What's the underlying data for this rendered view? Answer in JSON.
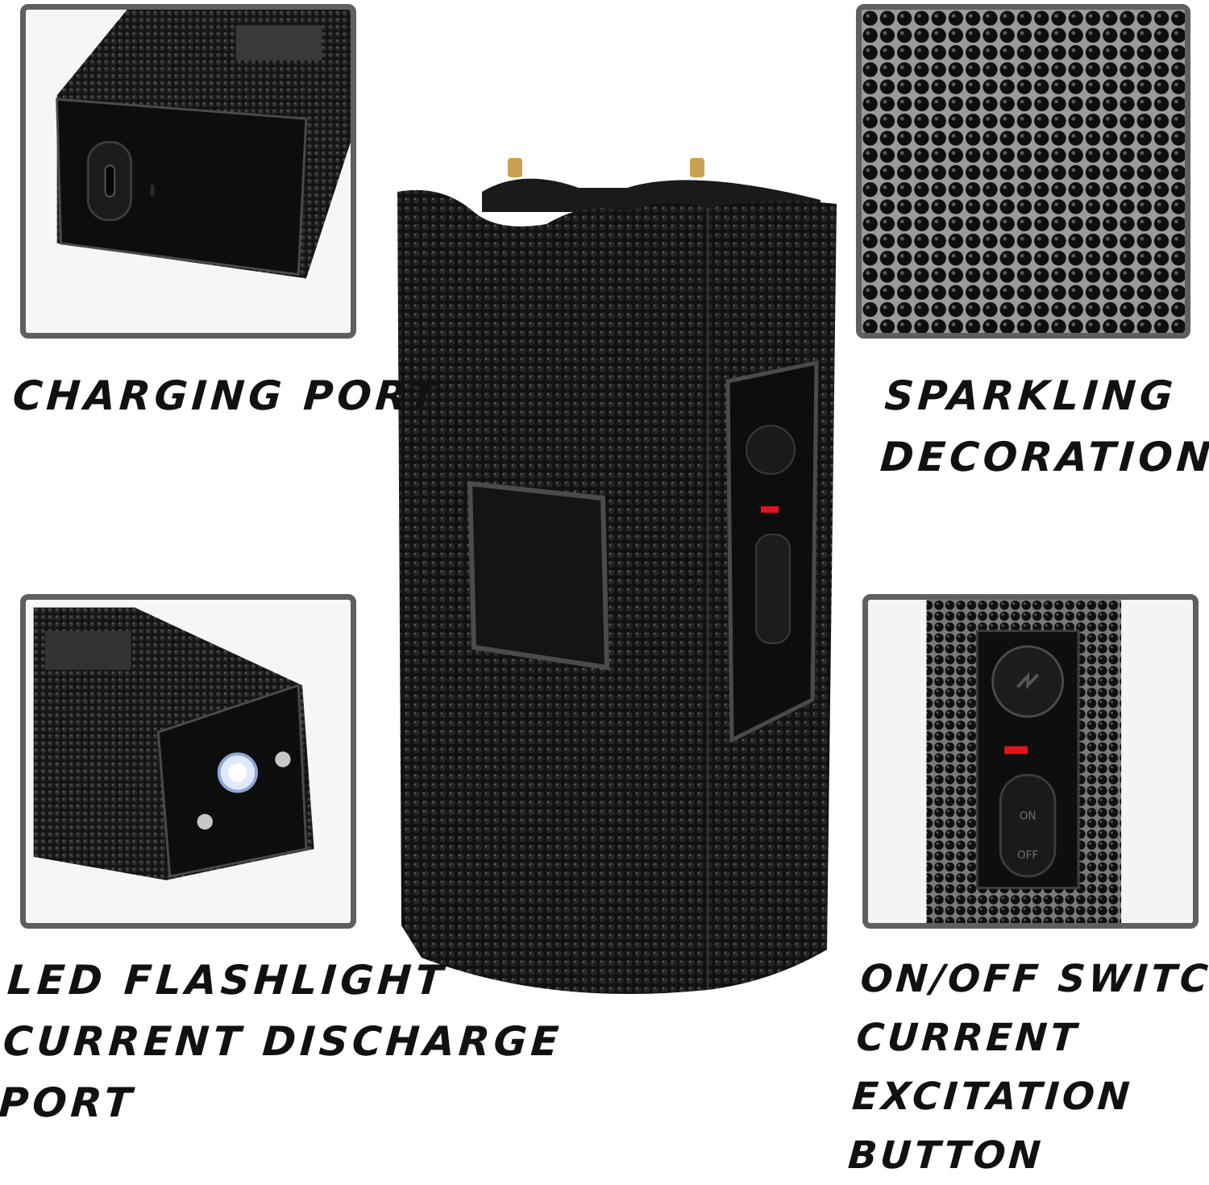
{
  "captions": {
    "charging_port": [
      "CHARGING PORT"
    ],
    "sparkling": [
      "SPARKLING",
      "DECORATION"
    ],
    "led": [
      "LED FLASHLIGHT",
      "CURRENT DISCHARGE",
      "PORT"
    ],
    "onoff": [
      "ON/OFF SWITCH",
      "CURRENT",
      "EXCITATION",
      "BUTTON"
    ]
  },
  "switch_labels": {
    "on": "ON",
    "off": "OFF"
  },
  "colors": {
    "panel_border": "#5f5f5f",
    "body": "#121212",
    "rhinestone": "#2a2a2a",
    "red_led": "#e0141c",
    "gold_terminal": "#c8a050"
  }
}
